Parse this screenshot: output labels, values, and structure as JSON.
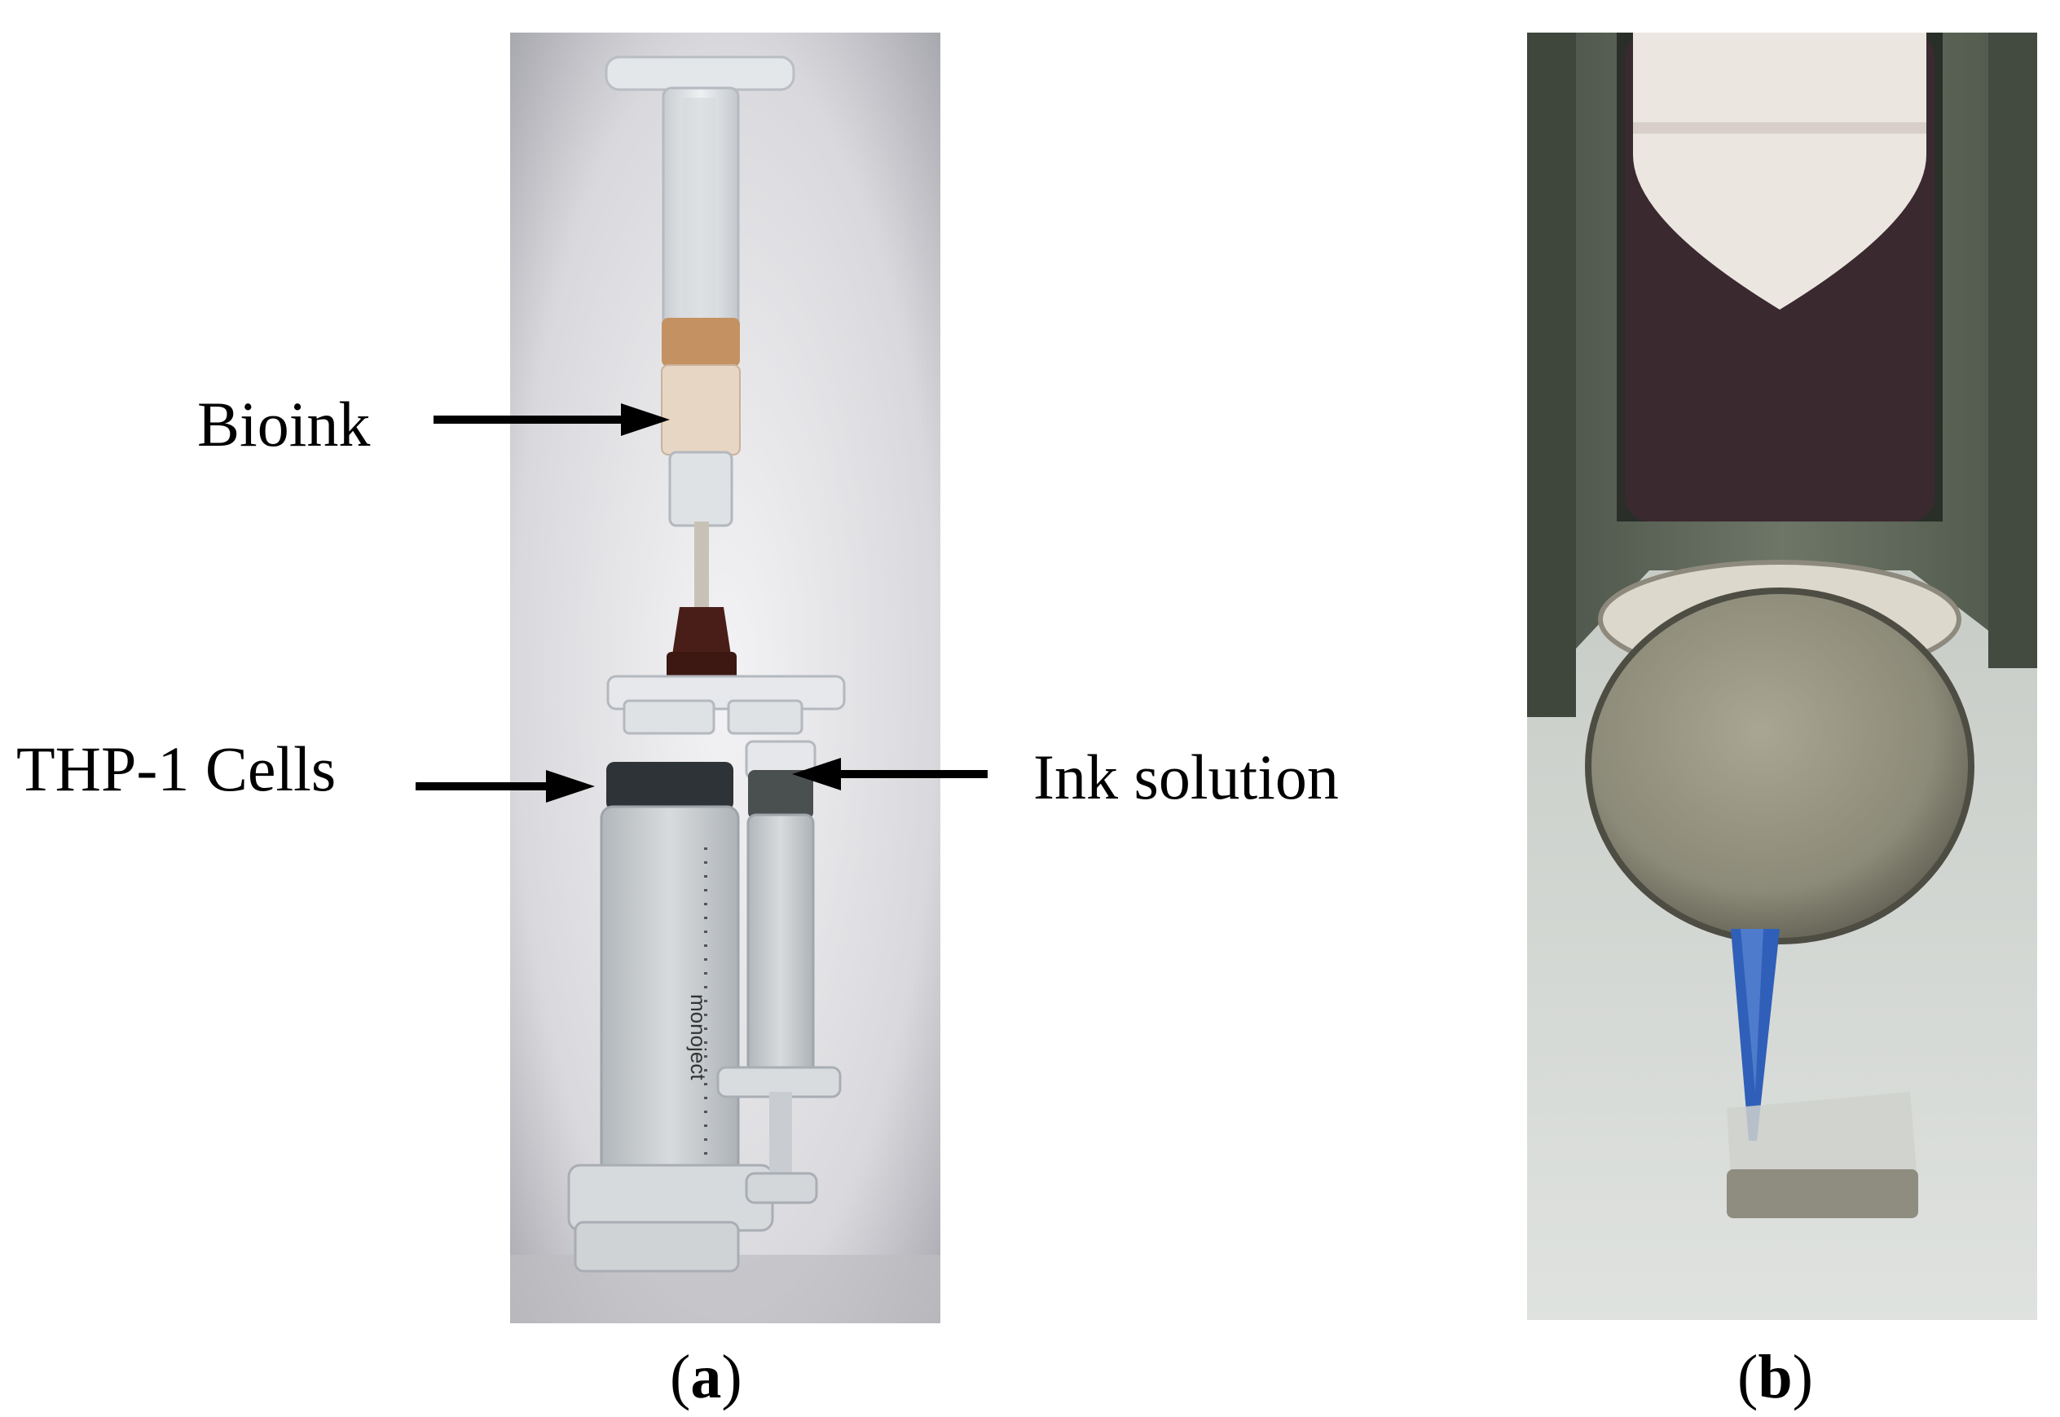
{
  "panel_a": {
    "labels": {
      "bioink": "Bioink",
      "thp1_cells": "THP-1 Cells",
      "ink_solution": "Ink solution"
    },
    "syringe_brand": "monoject",
    "caption": {
      "open": "(",
      "letter": "a",
      "close": ")"
    }
  },
  "panel_b": {
    "caption": {
      "open": "(",
      "letter": "b",
      "close": ")"
    }
  },
  "colors": {
    "arrow": "#000000",
    "background_a": "#dcdcdf",
    "background_b": "#5d6658",
    "nozzle_blue": "#2f5fb8",
    "bioink_brown": "#3a2a30"
  }
}
